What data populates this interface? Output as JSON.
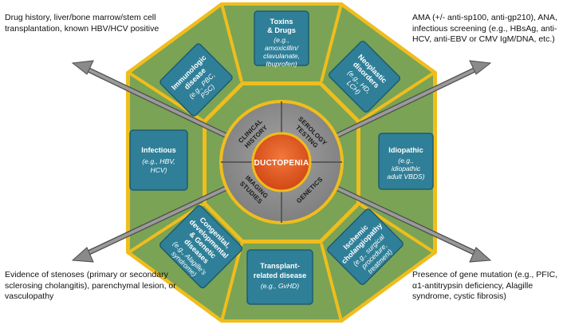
{
  "center": {
    "label": "DUCTOPENIA"
  },
  "hub": {
    "clinical_history": [
      "CLINICAL",
      "HISTORY"
    ],
    "serology_testing": [
      "SEROLOGY",
      "TESTING"
    ],
    "imaging_studies": [
      "IMAGING",
      "STUDIES"
    ],
    "genetics": "GENETICS"
  },
  "boxes": {
    "toxins": {
      "title": [
        "Toxins",
        "& Drugs"
      ],
      "example": [
        "(e.g.,",
        "amoxicillin/",
        "clavulanate,",
        "Ibuprofen)"
      ]
    },
    "neoplastic": {
      "title": [
        "Neoplastic",
        "disorders"
      ],
      "example": [
        "(e.g., HD,",
        "LCH)"
      ]
    },
    "idiopathic": {
      "title": [
        "Idiopathic"
      ],
      "example": [
        "(e.g.,",
        "idiopathic",
        "adult VBDS)"
      ]
    },
    "ischemic": {
      "title": [
        "Ischemic",
        "cholangiopathy"
      ],
      "example": [
        "(e.g., surgical",
        "procedure,",
        "treatment)"
      ]
    },
    "transplant": {
      "title": [
        "Transplant-",
        "related disease"
      ],
      "example": [
        "(e.g., GvHD)"
      ]
    },
    "congenital": {
      "title": [
        "Congenital,",
        "developmental",
        "& Genetic",
        "diseases"
      ],
      "example": [
        "(e.g., Alagille's",
        "syndrome)"
      ]
    },
    "infectious": {
      "title": [
        "Infectious"
      ],
      "example": [
        "(e.g., HBV,",
        "HCV)"
      ]
    },
    "immunologic": {
      "title": [
        "Immunologic",
        "disease"
      ],
      "example": [
        "(e.g., PBC,",
        "PSC)"
      ]
    }
  },
  "corners": {
    "top_left": "Drug history, liver/bone marrow/stem cell transplantation, known HBV/HCV positive",
    "top_right": "AMA (+/- anti-sp100, anti-gp210), ANA, infectious screening (e.g., HBsAg, anti-HCV, anti-EBV or CMV IgM/DNA, etc.)",
    "bottom_left": "Evidence of stenoses (primary or secondary sclerosing cholangitis), parenchymal lesion, or vasculopathy",
    "bottom_right": "Presence of gene mutation (e.g., PFIC, α1-antitrypsin deficiency, Alagille syndrome, cystic fibrosis)"
  },
  "colors": {
    "octagon_fill": "#7aa355",
    "octagon_border": "#f0bd1d",
    "box_fill": "#2f7f98",
    "box_border": "#1e5c70",
    "hub_fill": "#8f8f8f",
    "center_fill": "#e0501e",
    "arrow_fill": "#8a8a8a"
  }
}
